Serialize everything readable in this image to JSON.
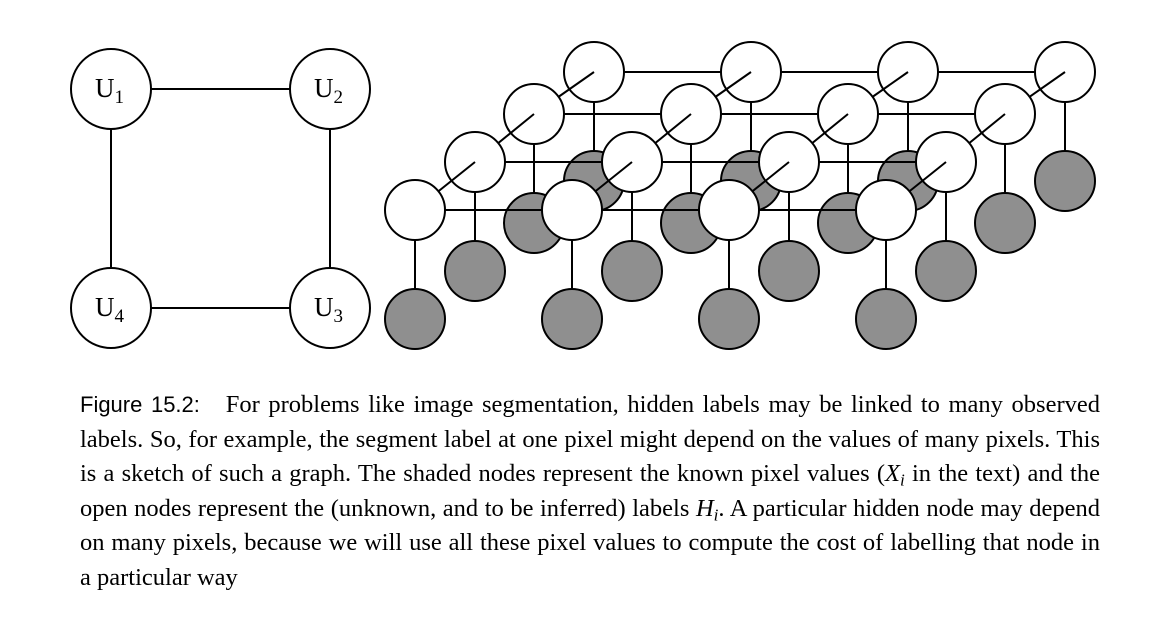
{
  "left_graph": {
    "nodes": [
      {
        "id": "U1",
        "letter": "U",
        "sub": "1"
      },
      {
        "id": "U2",
        "letter": "U",
        "sub": "2"
      },
      {
        "id": "U3",
        "letter": "U",
        "sub": "3"
      },
      {
        "id": "U4",
        "letter": "U",
        "sub": "4"
      }
    ]
  },
  "right_graph": {
    "rows": 4,
    "columns": 4,
    "open_node_color": "#ffffff",
    "shaded_node_color": "#8f8f8f"
  },
  "caption": {
    "figure_label": "Figure 15.2",
    "separator": ":",
    "text_1": "For problems like image segmentation, hidden labels may be linked to many observed labels. So, for example, the segment label at one pixel might depend on the values of many pixels. This is a sketch of such a graph. The shaded nodes represent the known pixel values (",
    "math_x": "X",
    "math_x_sub": "i",
    "text_2": " in the text) and the open nodes represent the (unknown, and to be inferred) labels ",
    "math_h": "H",
    "math_h_sub": "i",
    "text_3": ".  A particular hidden node may depend on many pixels, because we will use all these pixel values to compute the cost of labelling that node in a particular way"
  }
}
